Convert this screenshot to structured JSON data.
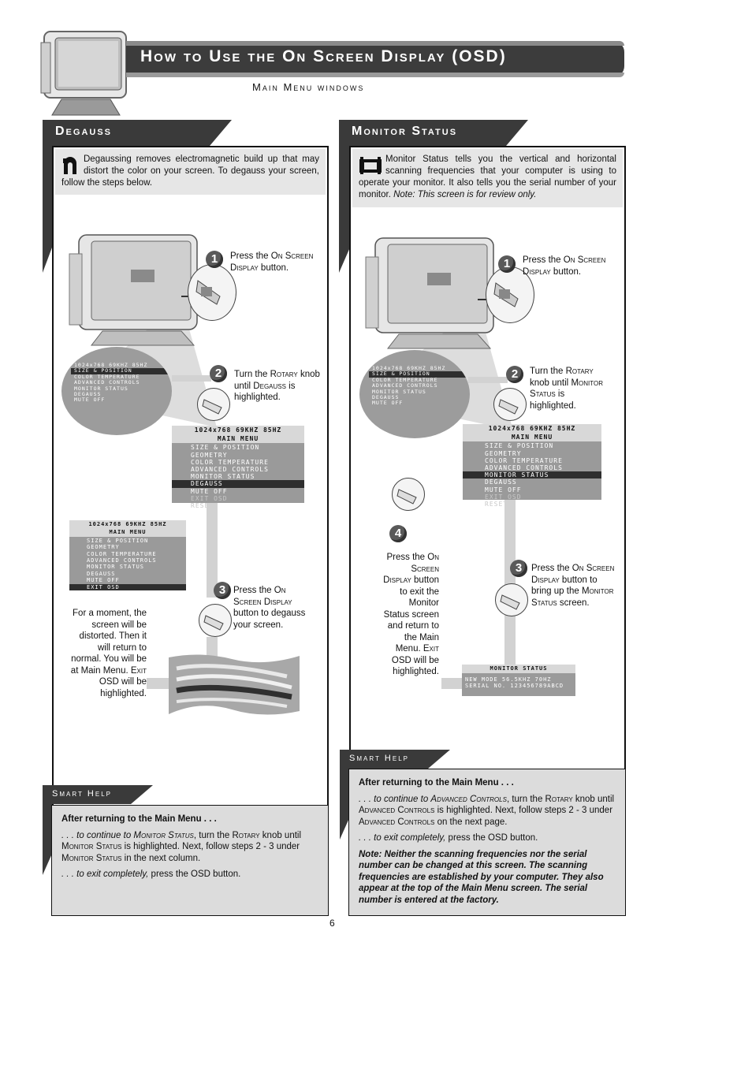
{
  "header": {
    "title": "How to Use the On Screen Display (OSD)",
    "subtitle": "Main Menu windows"
  },
  "degauss": {
    "tab": "Degauss",
    "intro": "Degaussing removes electromagnetic build up that may distort the color on your screen. To degauss your screen, follow the steps below.",
    "steps": [
      {
        "num": "1",
        "text_a": "Press the ",
        "sc": "On Screen Display",
        "text_b": " button."
      },
      {
        "num": "2",
        "text_a": "Turn the ",
        "sc1": "Rotary",
        "text_b": " knob until ",
        "sc2": "Degauss",
        "text_c": " is highlighted."
      },
      {
        "num": "3",
        "text_a": "Press the ",
        "sc": "On Screen Display",
        "text_b": " button to degauss your screen."
      }
    ],
    "note_a": "For a moment, the screen will be distorted. Then it will return to normal. You will be at Main Menu. ",
    "note_sc": "Exit",
    "note_b": " OSD will be highlighted."
  },
  "monitor_status": {
    "tab": "Monitor Status",
    "intro_plain": "Monitor Status tells you the vertical and horizontal scanning frequencies that your computer is using to operate your monitor. It also tells you the serial number of your monitor. ",
    "intro_note": "Note: This screen is for review only.",
    "steps": [
      {
        "num": "1",
        "text_a": "Press the ",
        "sc": "On Screen Display",
        "text_b": " button."
      },
      {
        "num": "2",
        "text_a": "Turn the ",
        "sc1": "Rotary",
        "text_b": " knob until ",
        "sc2": "Monitor Status",
        "text_c": " is highlighted."
      },
      {
        "num": "3",
        "text_a": "Press the ",
        "sc": "On Screen Display",
        "text_b": " button to bring up the ",
        "sc2": "Monitor Status",
        "text_c": " screen."
      },
      {
        "num": "4",
        "text_a": "Press the ",
        "sc": "On Screen Display",
        "text_b": " button to exit the Monitor Status screen and return to the Main Menu. ",
        "sc2": "Exit",
        "text_c": " OSD will be highlighted."
      }
    ],
    "status_screen": {
      "title": "MONITOR STATUS",
      "line1": "NEW MODE   56.5KHZ 70HZ",
      "line2": "SERIAL NO. 123456789ABCD"
    }
  },
  "osd_menu": {
    "resolution": "1024x768  69KHZ 85HZ",
    "title": "MAIN MENU",
    "items": [
      "SIZE & POSITION",
      "GEOMETRY",
      "COLOR TEMPERATURE",
      "ADVANCED CONTROLS",
      "MONITOR STATUS",
      "DEGAUSS",
      "MUTE OFF",
      "EXIT OSD",
      "RESET"
    ]
  },
  "smart_help_left": {
    "tab": "Smart Help",
    "heading": "After returning to the Main Menu . . .",
    "p1_italic": ". . . to continue to ",
    "p1_sc_it": "Monitor Status",
    "p1_a": ", turn the ",
    "p1_sc1": "Rotary",
    "p1_b": " knob until ",
    "p1_sc2": "Monitor Status",
    "p1_c": " is highlighted. Next, follow steps 2 - 3 under ",
    "p1_sc3": "Monitor Status",
    "p1_d": " in the next column.",
    "p2_italic": ". . . to exit completely,",
    "p2": " press the OSD button."
  },
  "smart_help_right": {
    "tab": "Smart Help",
    "heading": "After returning to the Main Menu . . .",
    "p1_italic": ". . . to continue to ",
    "p1_sc_it": "Advanced Controls",
    "p1_a": ", turn the ",
    "p1_sc1": "Rotary",
    "p1_b": " knob until ",
    "p1_sc2": "Advanced Controls",
    "p1_c": " is highlighted. Next, follow steps 2 - 3 under ",
    "p1_sc3": "Advanced Controls",
    "p1_d": " on the next page.",
    "p2_italic": ". . . to exit completely,",
    "p2": " press the OSD button.",
    "note": "Note: Neither the scanning frequencies nor the serial number can be changed at this screen. The scanning frequencies are established by your computer. They also appear at the top of the Main Menu screen. The serial number is entered at the factory."
  },
  "page_number": "6",
  "icons": [
    "monitor-icon",
    "degauss-icon",
    "monitor-status-icon",
    "rotary-knob-icon",
    "osd-button-icon"
  ]
}
